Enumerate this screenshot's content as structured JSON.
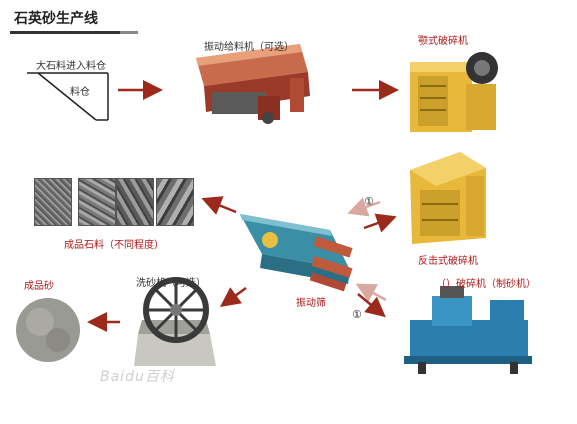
{
  "title": "石英砂生产线",
  "bin": {
    "input_label": "大石料进入料仓",
    "bin_label": "料仓"
  },
  "machines": {
    "feeder": "振动给料机（可选）",
    "jaw_crusher": "颚式破碎机",
    "impact_crusher": "反击式破碎机",
    "vsi_crusher": "（）破碎机（制砂机）",
    "vibrating_screen": "振动筛",
    "sand_washer": "洗砂机（可选）",
    "finished_stone": "成品石料（不同程度）",
    "finished_sand": "成品砂"
  },
  "markers": {
    "circle_1a": "①",
    "circle_1b": "①"
  },
  "watermark": "Baidu百科",
  "colors": {
    "arrow": "#9c2a1c",
    "arrow_pale": "#d9a8a0",
    "machine_red": "#b04a34",
    "machine_yellow": "#e8b83a",
    "screen_blue": "#3a8fa6",
    "vsi_blue": "#2b7fae"
  }
}
